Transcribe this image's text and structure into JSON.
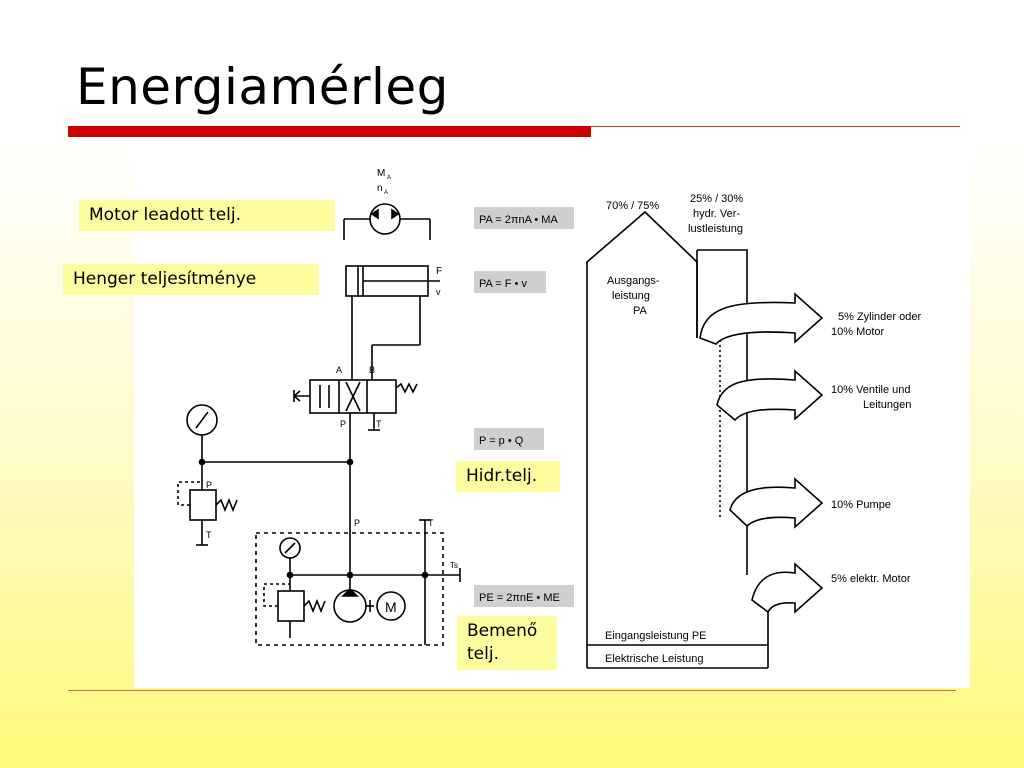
{
  "slide": {
    "title": "Energiamérleg"
  },
  "callouts": {
    "motor": "Motor leadott telj.",
    "cylinder": "Henger teljesítménye",
    "hydraulic": "Hidr.telj.",
    "input_line1": "Bemenő",
    "input_line2": "telj."
  },
  "circuit": {
    "motor_label_m": "M",
    "motor_label_n": "n",
    "sub_a": "A",
    "force_label": "F",
    "velocity_label": "v",
    "port_a": "A",
    "port_b": "B",
    "port_p": "P",
    "port_t": "T",
    "relief_p": "P",
    "relief_t": "T",
    "pump_p": "P",
    "pump_t": "T",
    "tank_ts": "Ts",
    "electric_motor": "M"
  },
  "formulas": {
    "motor_power": "PA = 2πnA • MA",
    "cylinder_power": "PA = F • v",
    "hydraulic_power": "P = p • Q",
    "input_power": "PE = 2πnE • ME"
  },
  "sankey": {
    "output_percent": "70% / 75%",
    "loss_line1": "25% / 30%",
    "loss_line2": "hydr. Ver-",
    "loss_line3": "lustleistung",
    "output_line1": "Ausgangs-",
    "output_line2": "leistung",
    "output_line3": "PA",
    "loss1_line1": "5% Zylinder oder",
    "loss1_line2": "10% Motor",
    "loss2_line1": "10% Ventile und",
    "loss2_line2": "Leitungen",
    "loss3": "10% Pumpe",
    "loss4": "5% elektr. Motor",
    "input_label": "Eingangsleistung PE",
    "electric_label": "Elektrische Leistung"
  }
}
